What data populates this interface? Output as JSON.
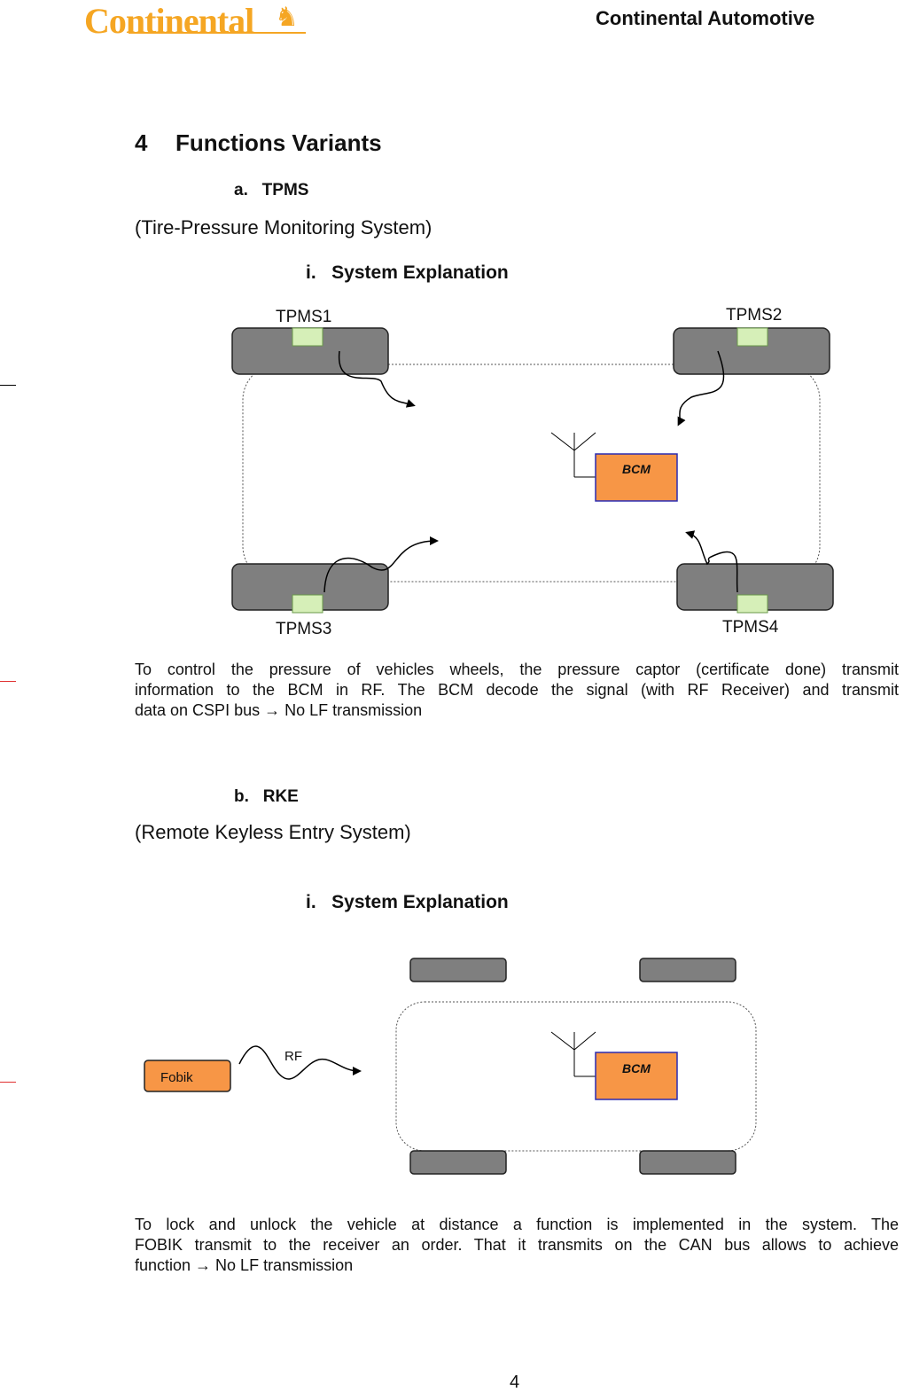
{
  "header": {
    "logo_text": "Continental",
    "company": "Continental Automotive"
  },
  "section": {
    "number": "4",
    "title": "Functions Variants"
  },
  "tpms": {
    "heading": "a.   TPMS",
    "subtitle": "(Tire-Pressure Monitoring System)",
    "sub_heading": "i.   System Explanation",
    "diagram": {
      "sensor1": "TPMS1",
      "sensor2": "TPMS2",
      "sensor3": "TPMS3",
      "sensor4": "TPMS4",
      "bcm": "BCM"
    },
    "paragraph_line1": "To control the pressure of vehicles wheels, the pressure captor (certificate done) transmit",
    "paragraph_line2": "information to the BCM in RF. The BCM decode the signal (with RF Receiver) and transmit",
    "paragraph_line3": "data on CSPI bus → No LF transmission"
  },
  "rke": {
    "heading": "b.   RKE",
    "subtitle": "(Remote Keyless Entry System)",
    "sub_heading": "i.   System Explanation",
    "diagram": {
      "fobik": "Fobik",
      "rf": "RF",
      "bcm": "BCM"
    },
    "paragraph_line1": "To lock and unlock the vehicle at distance a function is implemented in the system. The",
    "paragraph_line2": "FOBIK transmit to the receiver an order. That it transmits on the CAN bus allows to achieve",
    "paragraph_line3": "function → No LF transmission"
  },
  "footer": {
    "page_number": "4"
  },
  "colors": {
    "brand": "#f5a623",
    "bcm_fill": "#f79646",
    "tire_fill": "#7f7f7f",
    "sensor_fill": "#d6efb8"
  }
}
